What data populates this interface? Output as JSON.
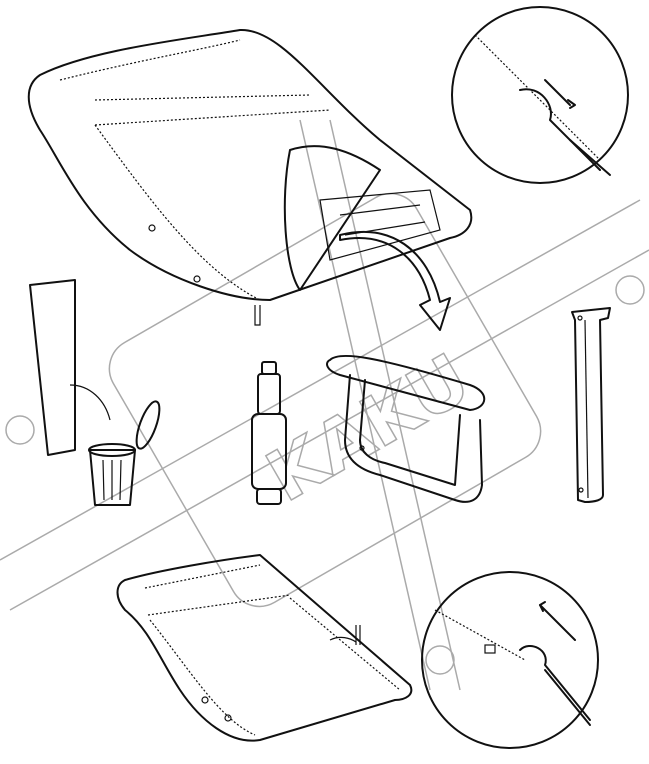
{
  "diagram": {
    "steps": [
      "remove-cover",
      "discard-packaging",
      "parts-gas-lift-armrest-bracket",
      "close-cover"
    ],
    "watermark": "KAKU",
    "colors": {
      "line": "#111111",
      "watermark": "#aaaaaa"
    }
  }
}
